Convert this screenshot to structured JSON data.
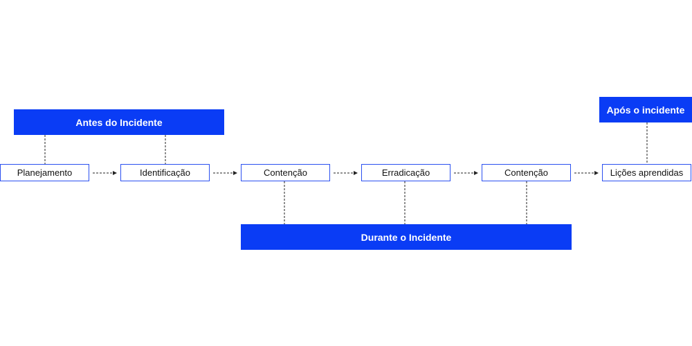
{
  "phases": {
    "before": "Antes do Incidente",
    "during": "Durante o Incidente",
    "after": "Após o incidente"
  },
  "steps": [
    "Planejamento",
    "Identificação",
    "Contenção",
    "Erradicação",
    "Contenção",
    "Lições aprendidas"
  ],
  "colors": {
    "accent": "#0a3cf5",
    "box_border": "#2a4ff0",
    "connector": "#222222"
  }
}
